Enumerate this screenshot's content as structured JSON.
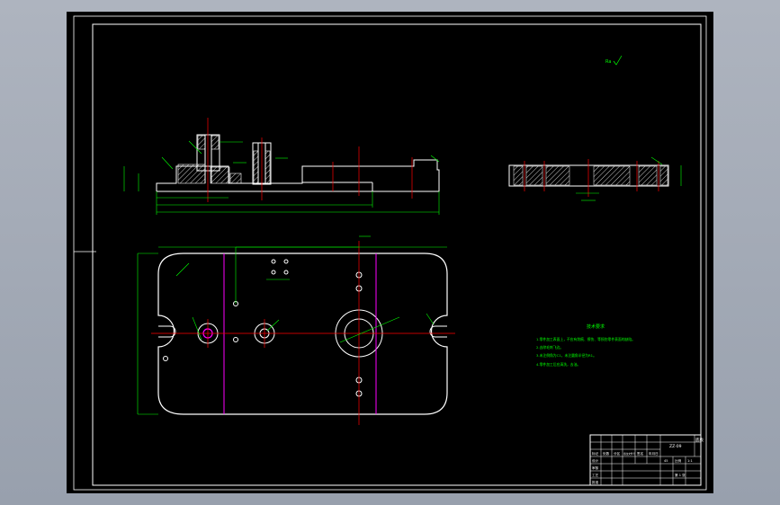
{
  "drawing": {
    "colors": {
      "background": "#000000",
      "frame": "#ffffff",
      "part_outline": "#ffffff",
      "dimension": "#00ff00",
      "centerline": "#ff0000",
      "section_cut": "#ff00ff",
      "hatch": "#ffffff",
      "annotation": "#00ff00"
    },
    "roughness_mark": "Ra",
    "tech_requirements": {
      "title": "技术要求",
      "items": [
        "1.零件加工表面上，不应有划痕、擦伤、等损伤零件表面的缺陷。",
        "2.去除毛刺飞边。",
        "3.未注倒角为C1，未注圆角半径为R1。",
        "4.零件加工后应清洗，去油。"
      ]
    },
    "title_block": {
      "part_name": "底板",
      "material": "45",
      "drawing_no": "ZZ-09",
      "scale_label": "比例",
      "scale_value": "1:1",
      "sheet_label": "第 1 张",
      "labels": [
        "标记",
        "处数",
        "分区",
        "更改文件号",
        "签名",
        "年月日"
      ],
      "roles": [
        "设计",
        "审核",
        "工艺",
        "批准"
      ]
    }
  }
}
